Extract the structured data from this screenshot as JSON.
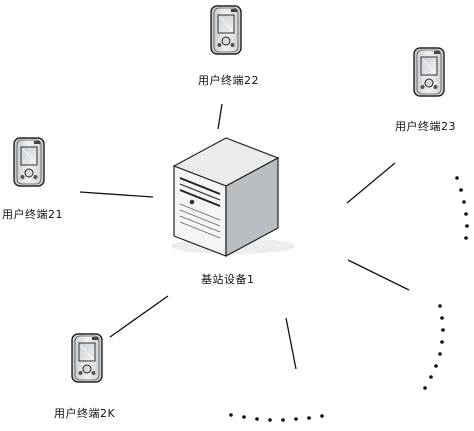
{
  "base_station": {
    "label": "基站设备1"
  },
  "terminals": [
    {
      "id": "t22",
      "label": "用户终端22"
    },
    {
      "id": "t23",
      "label": "用户终端23"
    },
    {
      "id": "t21",
      "label": "用户终端21"
    },
    {
      "id": "t2k",
      "label": "用户终端2K"
    }
  ]
}
